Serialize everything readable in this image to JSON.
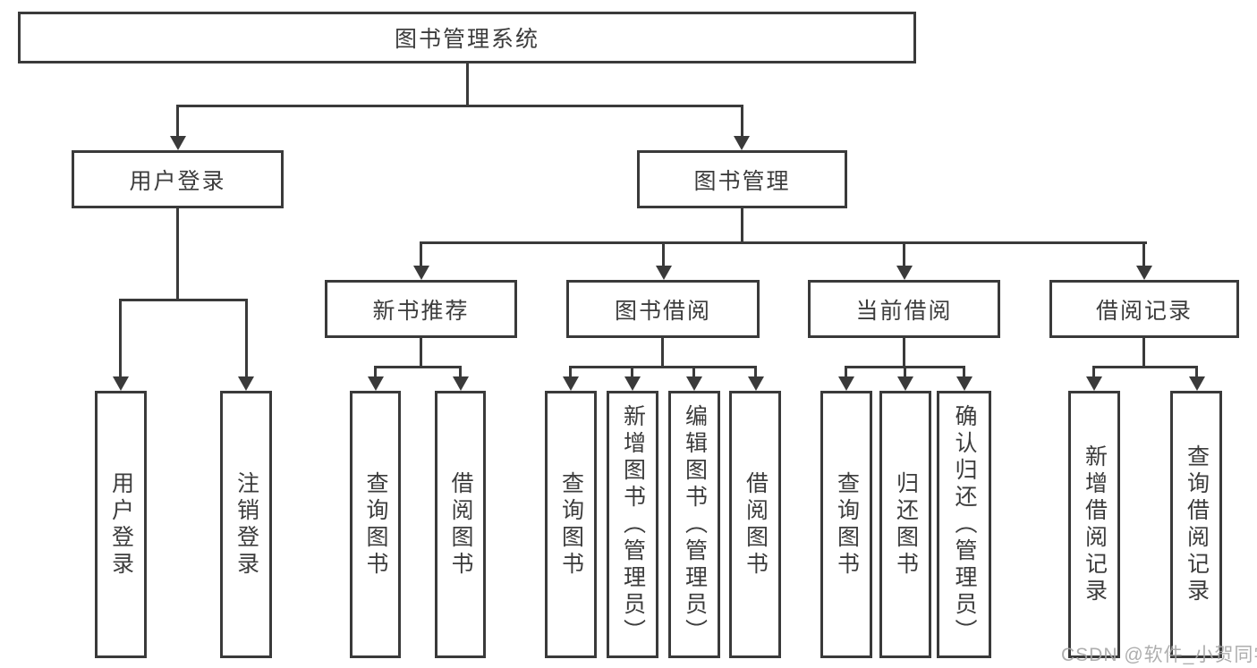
{
  "root": {
    "label": "图书管理系统"
  },
  "level2": {
    "user_login": {
      "label": "用户登录"
    },
    "book_management": {
      "label": "图书管理"
    }
  },
  "user_login_children": [
    {
      "label": "用户登录"
    },
    {
      "label": "注销登录"
    }
  ],
  "book_management_groups": [
    {
      "label": "新书推荐",
      "children": [
        {
          "label": "查询图书"
        },
        {
          "label": "借阅图书"
        }
      ]
    },
    {
      "label": "图书借阅",
      "children": [
        {
          "label": "查询图书"
        },
        {
          "label": "新增图书（管理员）"
        },
        {
          "label": "编辑图书（管理员）"
        },
        {
          "label": "借阅图书"
        }
      ]
    },
    {
      "label": "当前借阅",
      "children": [
        {
          "label": "查询图书"
        },
        {
          "label": "归还图书"
        },
        {
          "label": "确认归还（管理员）"
        }
      ]
    },
    {
      "label": "借阅记录",
      "children": [
        {
          "label": "新增借阅记录"
        },
        {
          "label": "查询借阅记录"
        }
      ]
    }
  ],
  "watermark": {
    "text": "CSDN @软件_小贺同学"
  },
  "colors": {
    "line": "#3a3a3a",
    "text": "#3c3c3c",
    "watermark": "#a5a5a5"
  }
}
